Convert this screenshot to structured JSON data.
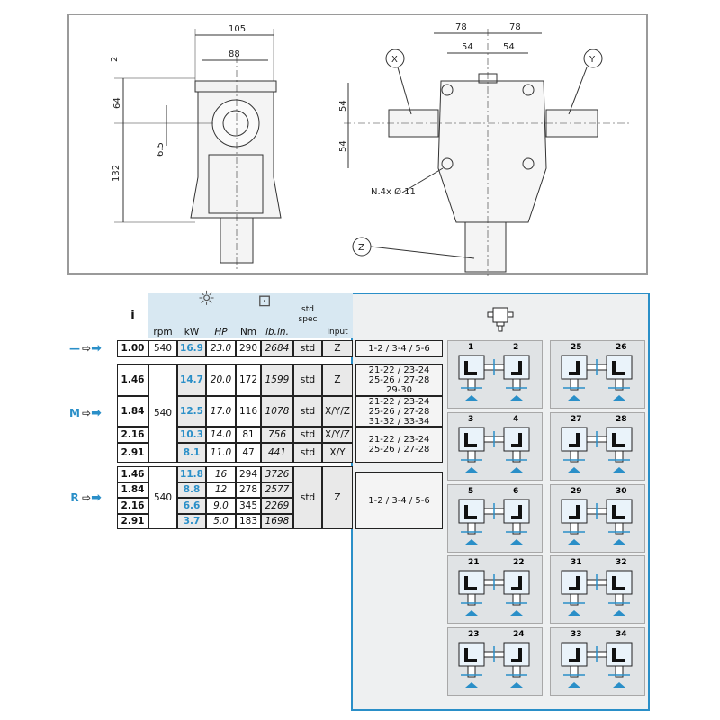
{
  "drawing": {
    "left_view": {
      "dims": [
        "105",
        "88",
        "2",
        "64",
        "6.5",
        "132"
      ]
    },
    "right_view": {
      "dims": [
        "78",
        "78",
        "54",
        "54",
        "54",
        "54"
      ],
      "shafts": [
        "X",
        "Y",
        "Z"
      ],
      "holes": "N.4x Ø  11"
    }
  },
  "table": {
    "header": {
      "i": "i",
      "rpm": "rpm",
      "kw": "kW",
      "hp": "HP",
      "nm": "Nm",
      "lbin": "lb.in.",
      "std_spec": "std spec",
      "input": "Input"
    },
    "groups": [
      {
        "label": "—",
        "rows": [
          {
            "i": "1.00",
            "rpm": "540",
            "kw": "16.9",
            "hp": "23.0",
            "nm": "290",
            "lbin": "2684",
            "std": "std",
            "input": "Z",
            "ratio": "1-2 / 3-4 / 5-6"
          }
        ]
      },
      {
        "label": "M",
        "rows": [
          {
            "i": "1.46",
            "kw": "14.7",
            "hp": "20.0",
            "nm": "172",
            "lbin": "1599",
            "std": "std",
            "input": "Z",
            "ratio": "21-22 / 23-24\n25-26 / 27-28\n29-30"
          },
          {
            "i": "1.84",
            "kw": "12.5",
            "hp": "17.0",
            "nm": "116",
            "lbin": "1078",
            "std": "std",
            "input": "X/Y/Z",
            "ratio": "21-22 / 23-24\n25-26 / 27-28\n31-32 / 33-34"
          },
          {
            "i": "2.16",
            "kw": "10.3",
            "hp": "14.0",
            "nm": "81",
            "lbin": "756",
            "std": "std",
            "input": "X/Y/Z",
            "ratio": "21-22 / 23-24\n25-26 / 27-28"
          },
          {
            "i": "2.91",
            "kw": "8.1",
            "hp": "11.0",
            "nm": "47",
            "lbin": "441",
            "std": "std",
            "input": "X/Y"
          }
        ],
        "rpm": "540"
      },
      {
        "label": "R",
        "rows": [
          {
            "i": "1.46",
            "kw": "11.8",
            "hp": "16",
            "nm": "294",
            "lbin": "3726"
          },
          {
            "i": "1.84",
            "kw": "8.8",
            "hp": "12",
            "nm": "278",
            "lbin": "2577"
          },
          {
            "i": "2.16",
            "kw": "6.6",
            "hp": "9.0",
            "nm": "345",
            "lbin": "2269"
          },
          {
            "i": "2.91",
            "kw": "3.7",
            "hp": "5.0",
            "nm": "183",
            "lbin": "1698"
          }
        ],
        "rpm": "540",
        "std": "std",
        "input": "Z",
        "ratio": "1-2 / 3-4 / 5-6"
      }
    ]
  },
  "mountings": [
    [
      "1",
      "2"
    ],
    [
      "25",
      "26"
    ],
    [
      "3",
      "4"
    ],
    [
      "27",
      "28"
    ],
    [
      "5",
      "6"
    ],
    [
      "29",
      "30"
    ],
    [
      "21",
      "22"
    ],
    [
      "31",
      "32"
    ],
    [
      "23",
      "24"
    ],
    [
      "33",
      "34"
    ]
  ],
  "colors": {
    "accent": "#2a8fc8",
    "header": "#d8e8f2"
  }
}
